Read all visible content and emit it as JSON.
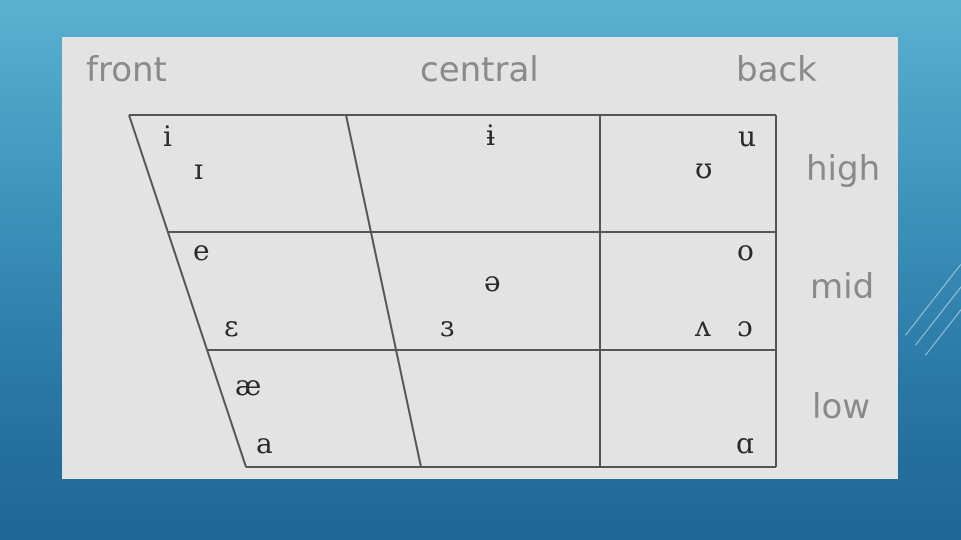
{
  "columns": {
    "front": "front",
    "central": "central",
    "back": "back"
  },
  "rows": {
    "high": "high",
    "mid": "mid",
    "low": "low"
  },
  "vowels": {
    "i": "i",
    "small_i": "ɪ",
    "barred_i": "ɨ",
    "u": "u",
    "upsilon": "ʊ",
    "e": "e",
    "schwa": "ə",
    "o": "o",
    "epsilon": "ɛ",
    "rev_epsilon": "ɜ",
    "caret": "ʌ",
    "open_o": "ɔ",
    "ae": "æ",
    "a": "a",
    "script_a": "ɑ"
  },
  "colors": {
    "panel": "#e3e3e3",
    "grid_line": "#555555",
    "header_text": "#8a8a8a",
    "symbol_text": "#2a2a2a"
  }
}
